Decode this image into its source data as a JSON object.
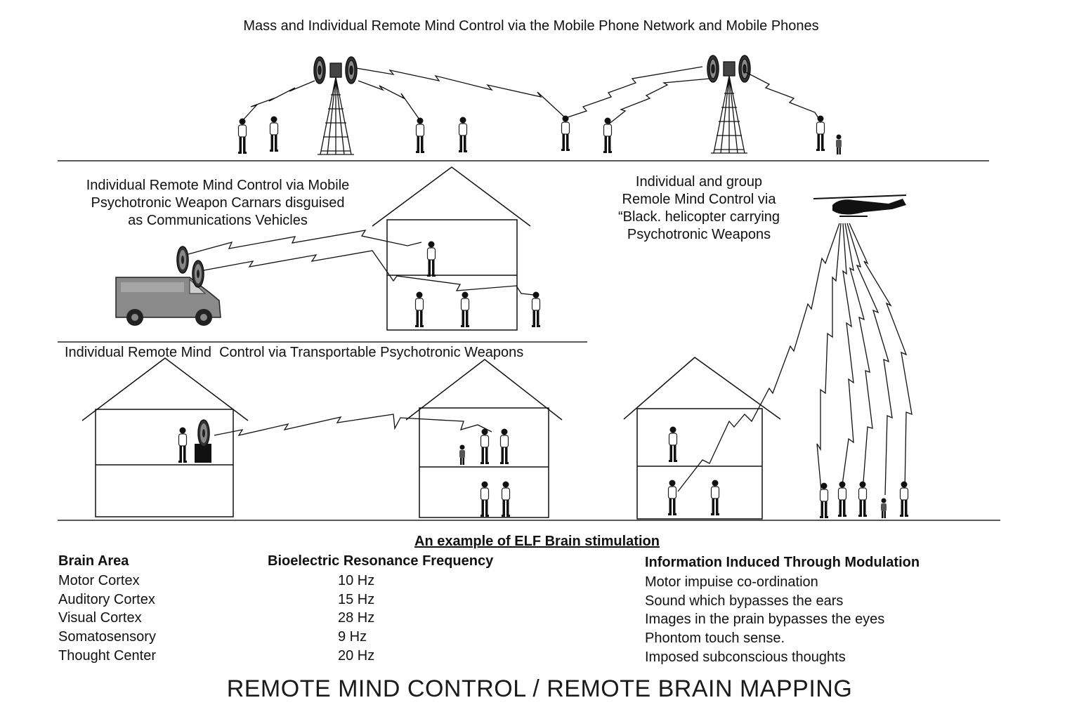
{
  "captions": {
    "mobile_network": "Mass and Individual Remote Mind Control via the Mobile Phone Network and Mobile Phones",
    "vehicle": "Individual Remote Mind Control via Mobile Psychotronic Weapon Carnars disguised as Communications Vehicles",
    "vehicle_lines": [
      "Individual Remote Mind Control via Mobile",
      "Psychotronic Weapon Carnars disguised",
      "as Communications Vehicles"
    ],
    "helicopter_lines": [
      "Individual and group",
      "Remole Mind Control via",
      "“Black. helicopter carrying",
      "Psychotronic Weapons"
    ],
    "transportable": "Individual Remote Mind  Control via Transportable Psychotronic Weapons"
  },
  "table": {
    "title": "An example of ELF Brain stimulation",
    "headers": {
      "area": "Brain Area",
      "frequency": "Bioelectric Resonance Frequency",
      "information": "Information Induced Through Modulation"
    },
    "rows": [
      {
        "area": "Motor Cortex",
        "frequency": "10 Hz",
        "information": "Motor impuise co-ordination"
      },
      {
        "area": "Auditory Cortex",
        "frequency": "15 Hz",
        "information": "Sound which bypasses the ears"
      },
      {
        "area": "Visual Cortex",
        "frequency": "28 Hz",
        "information": "Images in the prain bypasses the eyes"
      },
      {
        "area": "Somatosensory",
        "frequency": "9 Hz",
        "information": "Phontom touch sense."
      },
      {
        "area": "Thought Center",
        "frequency": "20 Hz",
        "information": "Imposed subconscious thoughts"
      }
    ]
  },
  "footer_title": "REMOTE MIND CONTROL / REMOTE BRAIN MAPPING",
  "colors": {
    "ink": "#111111",
    "background": "#ffffff"
  }
}
